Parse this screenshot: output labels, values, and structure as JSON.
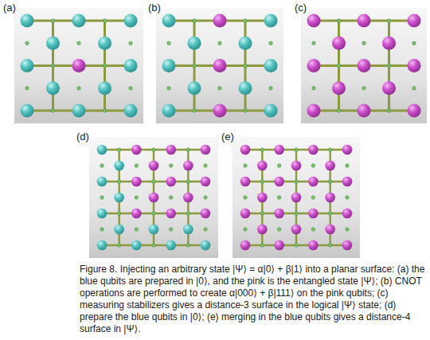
{
  "diagram": {
    "caption": "Figure 8. Injecting an arbitrary state |Ψ⟩ = α|0⟩ + β|1⟩ into a planar surface: (a) the blue qubits are prepared in |0⟩, and the pink is the entangled state |Ψ⟩; (b) CNOT operations are performed to create α|000⟩ + β|111⟩ on the pink qubits; (c) measuring stabilizers gives a distance-3 surface in the logical |Ψ⟩ state; (d) prepare the blue qubits in |0⟩; (e) merging in the blue qubits gives a distance-4 surface in |Ψ⟩.",
    "labels": [
      "(a)",
      "(b)",
      "(c)",
      "(d)",
      "(e)"
    ]
  }
}
